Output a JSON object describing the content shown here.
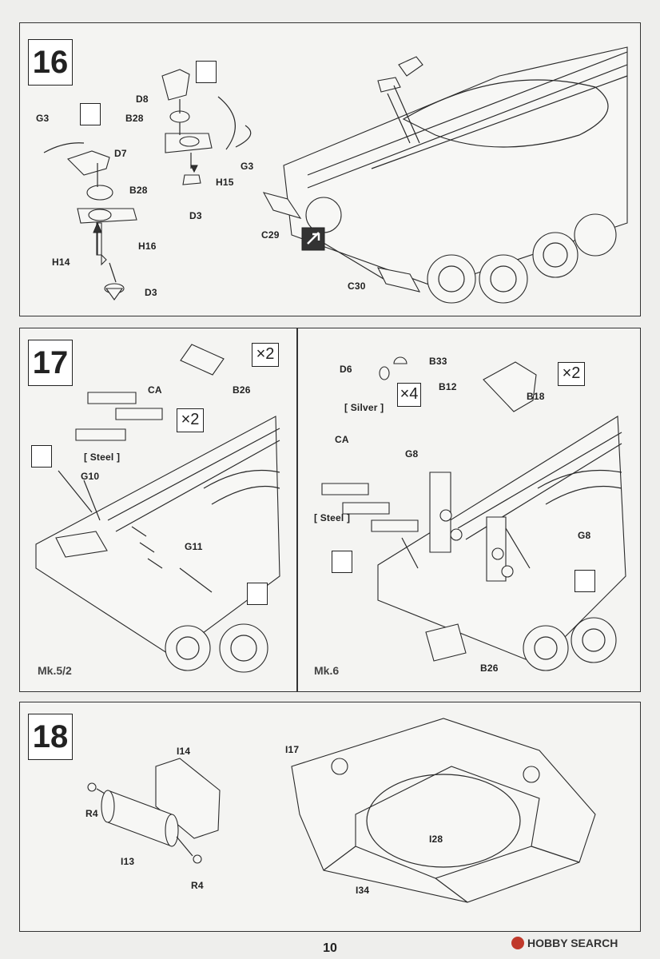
{
  "steps": [
    {
      "number": "16",
      "labels": {
        "g3_left": "G3",
        "d7": "D7",
        "b28_left": "B28",
        "h16": "H16",
        "h14": "H14",
        "d3_left": "D3",
        "d8": "D8",
        "b28_mid": "B28",
        "h15": "H15",
        "d3_mid": "D3",
        "g3_right": "G3",
        "c29": "C29",
        "c30": "C30"
      }
    },
    {
      "number": "17",
      "left": {
        "labels": {
          "b26": "B26",
          "ca": "CA",
          "steel": "[ Steel ]",
          "g10": "G10",
          "g11": "G11"
        },
        "qty_b26": "×2",
        "qty_ca": "×2",
        "variant": "Mk.5/2"
      },
      "right": {
        "labels": {
          "d6": "D6",
          "b33": "B33",
          "silver": "[ Silver ]",
          "b12": "B12",
          "b18": "B18",
          "ca": "CA",
          "steel": "[ Steel ]",
          "g8_top": "G8",
          "g8_right": "G8",
          "b26": "B26"
        },
        "qty_silver": "×4",
        "qty_b12": "×2",
        "variant": "Mk.6"
      }
    },
    {
      "number": "18",
      "labels": {
        "i14": "I14",
        "r4_top": "R4",
        "i13": "I13",
        "r4_bottom": "R4",
        "i17": "I17",
        "i28": "I28",
        "i34": "I34"
      }
    }
  ],
  "page_number": "10",
  "watermark": "HOBBY SEARCH"
}
